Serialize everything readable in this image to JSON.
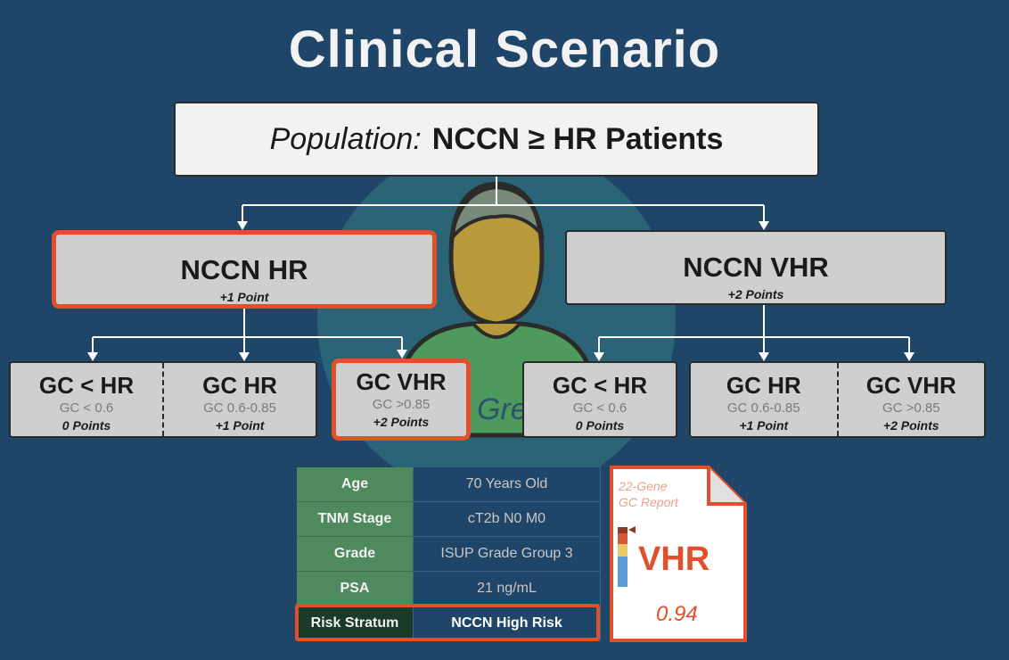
{
  "title": "Clinical Scenario",
  "population": {
    "label": "Population:",
    "value": "NCCN ≥ HR Patients"
  },
  "tiers": [
    {
      "name": "NCCN HR",
      "points": "+1 Point",
      "highlighted": true
    },
    {
      "name": "NCCN VHR",
      "points": "+2 Points",
      "highlighted": false
    }
  ],
  "leaves": {
    "hr": [
      {
        "name": "GC < HR",
        "range": "GC < 0.6",
        "points": "0 Points"
      },
      {
        "name": "GC HR",
        "range": "GC 0.6-0.85",
        "points": "+1 Point"
      },
      {
        "name": "GC VHR",
        "range": "GC >0.85",
        "points": "+2 Points",
        "highlighted": true
      }
    ],
    "vhr": [
      {
        "name": "GC < HR",
        "range": "GC < 0.6",
        "points": "0 Points"
      },
      {
        "name": "GC HR",
        "range": "GC 0.6-0.85",
        "points": "+1 Point"
      },
      {
        "name": "GC VHR",
        "range": "GC >0.85",
        "points": "+2 Points"
      }
    ]
  },
  "background_word": "Gre",
  "patient": [
    {
      "label": "Age",
      "value": "70 Years Old"
    },
    {
      "label": "TNM Stage",
      "value": "cT2b N0 M0"
    },
    {
      "label": "Grade",
      "value": "ISUP Grade Group 3"
    },
    {
      "label": "PSA",
      "value": "21 ng/mL"
    },
    {
      "label": "Risk Stratum",
      "value": "NCCN High Risk",
      "highlighted": true
    }
  ],
  "report": {
    "title_line1": "22-Gene",
    "title_line2": "GC Report",
    "category": "VHR",
    "score": "0.94"
  },
  "colors": {
    "background": "#1f4668",
    "highlight": "#e0502a",
    "table_key": "#4f8a5e",
    "avatar_skin": "#b89a3a",
    "avatar_shirt": "#4e9a5c"
  }
}
